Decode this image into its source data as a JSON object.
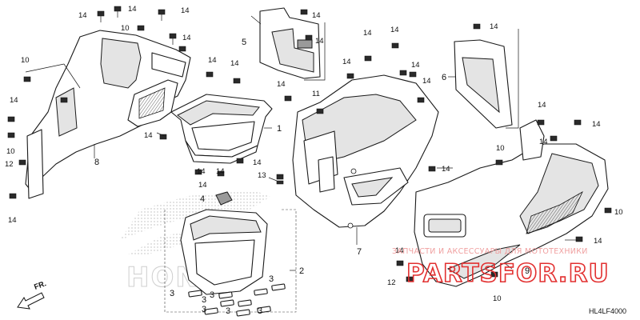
{
  "diagram_code": "HL4LF4000",
  "direction_label": "FR.",
  "watermark": {
    "text": "ЗАПЧАСТИ И АКСЕССУАРЫ ДЛЯ МОТОТЕХНИКИ",
    "logo": "PARTSFOR.RU"
  },
  "brand_outline": "HONDA",
  "callouts": {
    "c1": "1",
    "c2": "2",
    "c3": "3",
    "c4": "4",
    "c5": "5",
    "c6": "6",
    "c7": "7",
    "c8": "8",
    "c9": "9",
    "c10": "10",
    "c11": "11",
    "c12": "12",
    "c13": "13",
    "c14": "14"
  },
  "colors": {
    "line": "#1a1a1a",
    "watermark_logo": "#e23030",
    "watermark_text": "#f0a0a0",
    "brand_outline": "#cfcfcf"
  }
}
